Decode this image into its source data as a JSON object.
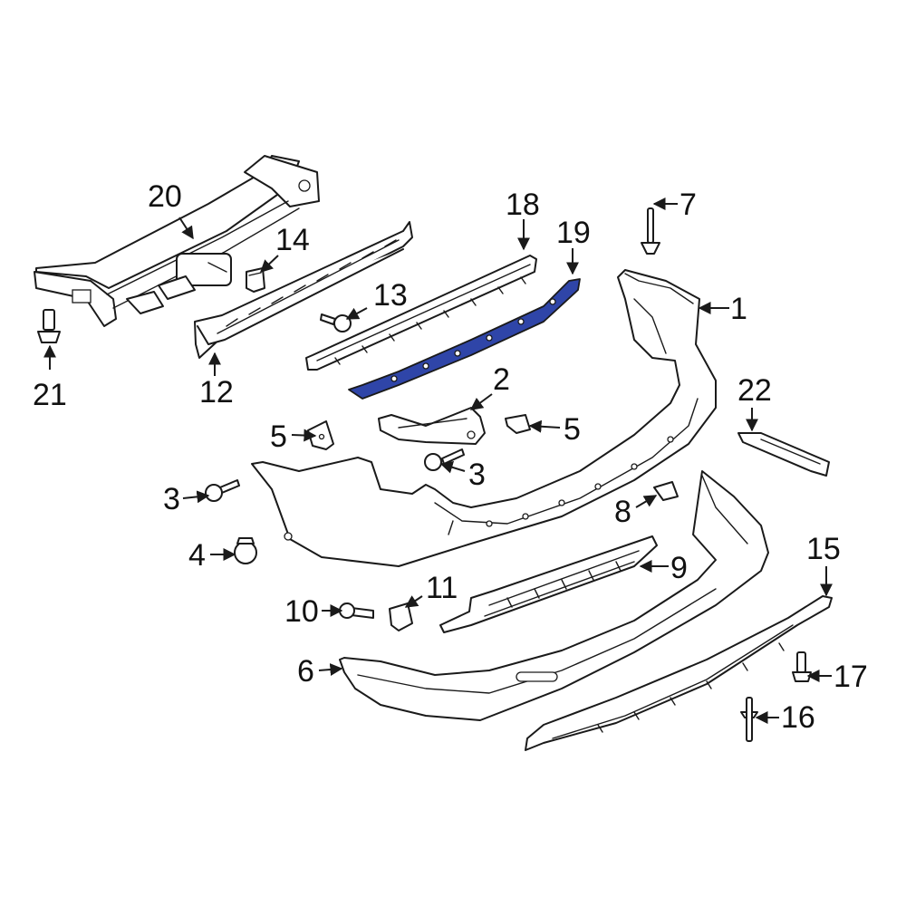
{
  "highlight_color": "#2f45a8",
  "line_color": "#1a1a1a",
  "highlighted_callout": "19",
  "callouts": [
    "1",
    "2",
    "3",
    "3",
    "4",
    "5",
    "5",
    "6",
    "7",
    "8",
    "9",
    "10",
    "11",
    "12",
    "13",
    "14",
    "15",
    "16",
    "17",
    "18",
    "19",
    "20",
    "21",
    "22"
  ]
}
